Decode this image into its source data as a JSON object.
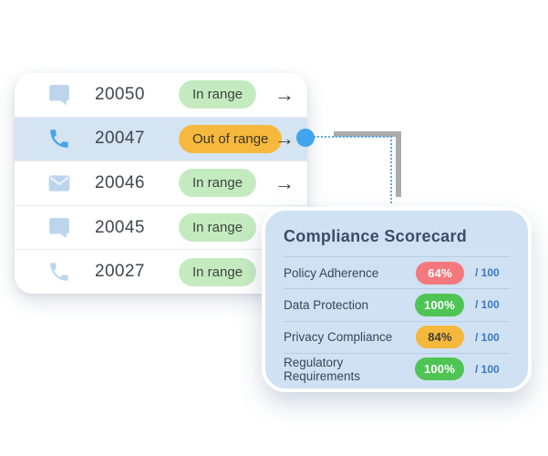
{
  "page": {
    "background": "#ffffff"
  },
  "list": {
    "arrow_glyph": "→",
    "rows": [
      {
        "id": "20050",
        "icon": "chat-icon",
        "status": "In range",
        "status_type": "in-range",
        "highlighted": false
      },
      {
        "id": "20047",
        "icon": "phone-icon",
        "status": "Out of range",
        "status_type": "out-of-range",
        "highlighted": true
      },
      {
        "id": "20046",
        "icon": "mail-icon",
        "status": "In range",
        "status_type": "in-range",
        "highlighted": false
      },
      {
        "id": "20045",
        "icon": "chat-icon",
        "status": "In range",
        "status_type": "in-range",
        "highlighted": false
      },
      {
        "id": "20027",
        "icon": "phone-icon",
        "status": "In range",
        "status_type": "in-range",
        "highlighted": false
      }
    ]
  },
  "scorecard": {
    "title": "Compliance Scorecard",
    "rows": [
      {
        "label": "Policy Adherence",
        "score": "64%",
        "suffix": "/ 100",
        "level": "low"
      },
      {
        "label": "Data Protection",
        "score": "100%",
        "suffix": "/ 100",
        "level": "high"
      },
      {
        "label": "Privacy Compliance",
        "score": "84%",
        "suffix": "/ 100",
        "level": "medium"
      },
      {
        "label": "Regulatory Requirements",
        "score": "100%",
        "suffix": "/ 100",
        "level": "high"
      }
    ]
  },
  "colors": {
    "highlight_row": "#d5e4f2",
    "badge_in_range": "#c4ebc0",
    "badge_out_of_range": "#f6b93d",
    "icon_muted": "#bdd5ec",
    "icon_active": "#47a4ea",
    "card_background": "#cfe1f2",
    "pill_low": "#f4797e",
    "pill_high": "#4fc455",
    "pill_medium": "#f6b83c",
    "suffix_blue": "#3b79c2",
    "connector_dot": "#42a4ec",
    "connector_gray": "#a9abad",
    "connector_dotted": "#58a9ec"
  }
}
